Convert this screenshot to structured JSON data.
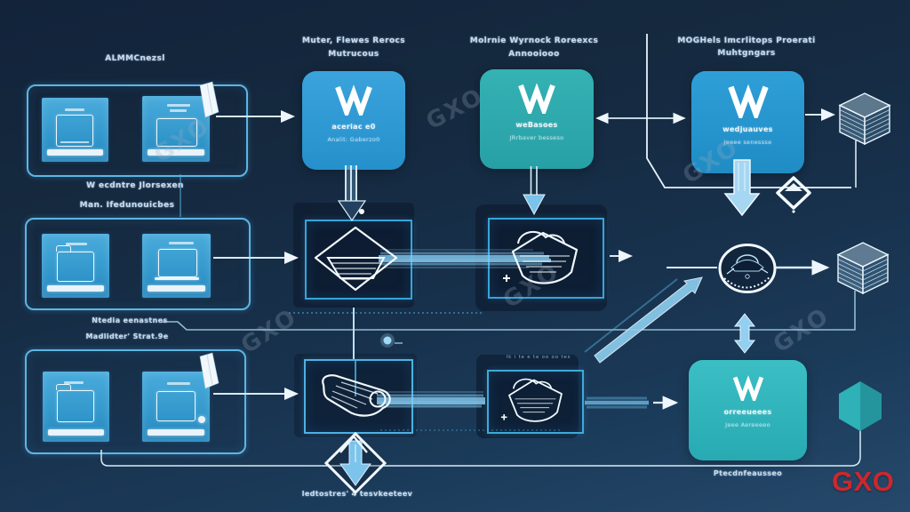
{
  "watermark": {
    "text": "GXO"
  },
  "brand": {
    "logo_text": "GXO",
    "logo_color": "#cb282e"
  },
  "column_headers": {
    "col1": {
      "line1": "Muter, Flewes Rerocs",
      "line2": "Mutrucous"
    },
    "col2": {
      "line1": "Molrnie Wyrnock Roreexcs",
      "line2": "Annooiooo"
    },
    "col3": {
      "line1": "MOGHels Imcrlitops Proerati",
      "line2": "Muhtgngars"
    }
  },
  "source_groups": {
    "group1": {
      "label": "ALMMCnezsl"
    },
    "group2": {
      "label_line1": "W ecdntre Jlorsexen",
      "label_line2": "Man. Ifedunouicbes"
    },
    "group3": {
      "label_line1": "Ntedia eenastnes",
      "label_line2": "Madlidter' Strat.9e"
    }
  },
  "process_nodes": {
    "box1": {
      "title": "aceriac e0",
      "subtitle": "Analit: Gaberzo0",
      "color": "#2a97d1"
    },
    "box2": {
      "title": "weBasoes",
      "subtitle": "JRrbaver besseso",
      "color": "#2fa7ab"
    },
    "box3": {
      "title": "wedjuauves",
      "subtitle": "Jeeee senessse",
      "color": "#2291c9"
    },
    "box4": {
      "title": "orreeueees",
      "subtitle": "Jeee Aereeeeo",
      "caption": "Ptecdnfeausseo",
      "color": "#2eb4bc"
    }
  },
  "annotations": {
    "bottom_diamond_label": "ledtostres' 4 tesvkeeteev",
    "bottom_right_panel_note": "Ik i te e te oo oo tes"
  },
  "palette": {
    "background_top": "#12233a",
    "background_bottom": "#26496b",
    "group_border": "#5cb6e4",
    "square_fill": "#2f94c9",
    "panel_border": "#35a5da",
    "beam": "#86cdf2",
    "line_white": "#eef6fc"
  }
}
